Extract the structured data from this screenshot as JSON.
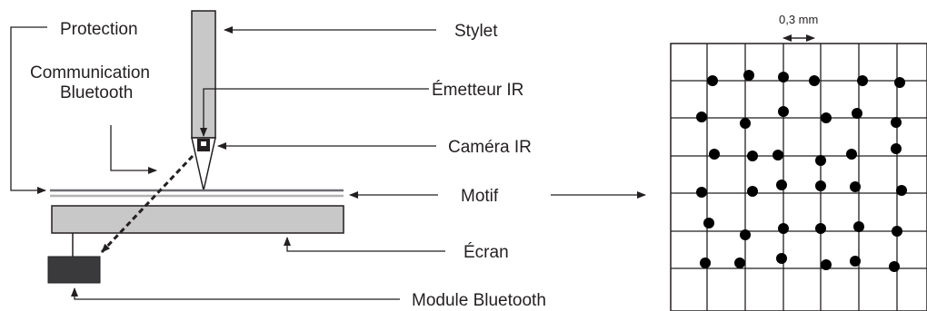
{
  "labels": {
    "protection": "Protection",
    "communication_line1": "Communication",
    "communication_line2": "Bluetooth",
    "stylus": "Stylet",
    "ir_emitter": "Émetteur IR",
    "ir_camera": "Caméra IR",
    "pattern": "Motif",
    "screen": "Écran",
    "bluetooth_module": "Module Bluetooth",
    "grid_spacing": "0,3 mm"
  },
  "colors": {
    "line": "#231f20",
    "stylus_fill": "#c8c8c8",
    "screen_fill": "#c8c8c8",
    "module_fill": "#3a3a3c",
    "layer_dark": "#6d6e71",
    "layer_light": "#b3b3b3",
    "dot": "#000000"
  }
}
